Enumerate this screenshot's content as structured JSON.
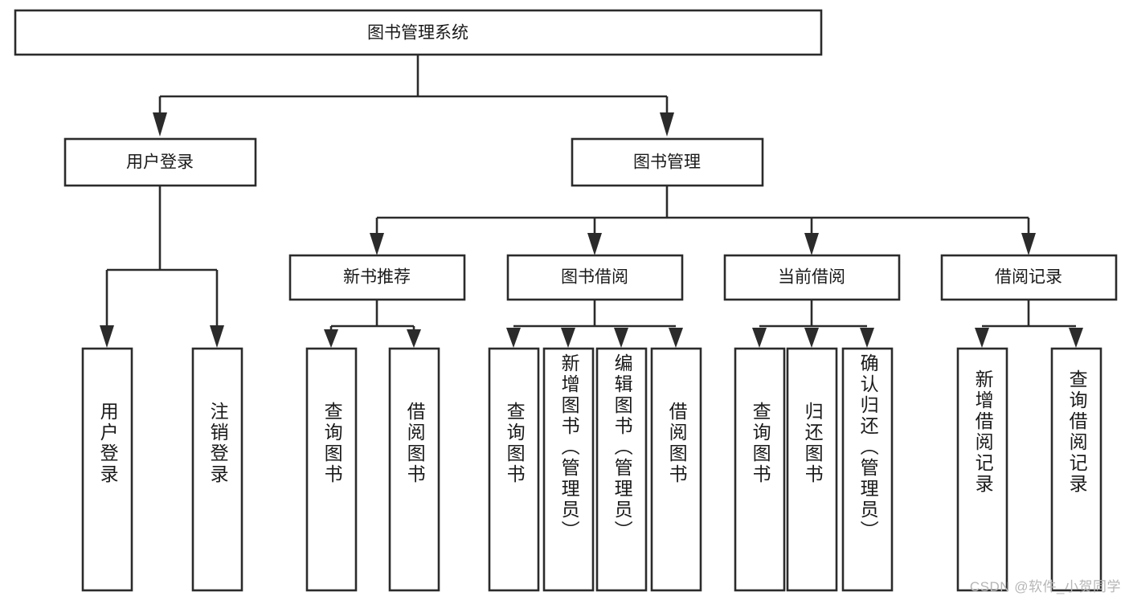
{
  "diagram": {
    "title": "图书管理系统",
    "type": "tree-hierarchy-chart",
    "watermark": "CSDN @软件_小贺同学",
    "root": {
      "label": "图书管理系统"
    },
    "level2": [
      {
        "label": "用户登录"
      },
      {
        "label": "图书管理"
      }
    ],
    "level3": [
      {
        "label": "新书推荐"
      },
      {
        "label": "图书借阅"
      },
      {
        "label": "当前借阅"
      },
      {
        "label": "借阅记录"
      }
    ],
    "leaves": {
      "user_login": [
        {
          "label": "用户登录"
        },
        {
          "label": "注销登录"
        }
      ],
      "new_book_recommend": [
        {
          "label": "查询图书"
        },
        {
          "label": "借阅图书"
        }
      ],
      "book_borrow": [
        {
          "label": "查询图书"
        },
        {
          "label": "新增图书（管理员）"
        },
        {
          "label": "编辑图书（管理员）"
        },
        {
          "label": "借阅图书"
        }
      ],
      "current_borrow": [
        {
          "label": "查询图书"
        },
        {
          "label": "归还图书"
        },
        {
          "label": "确认归还（管理员）"
        }
      ],
      "borrow_record": [
        {
          "label": "新增借阅记录"
        },
        {
          "label": "查询借阅记录"
        }
      ]
    },
    "colors": {
      "stroke": "#2b2b2b",
      "fill": "#ffffff",
      "text": "#1a1a1a",
      "watermark": "#b6b6b6"
    }
  }
}
